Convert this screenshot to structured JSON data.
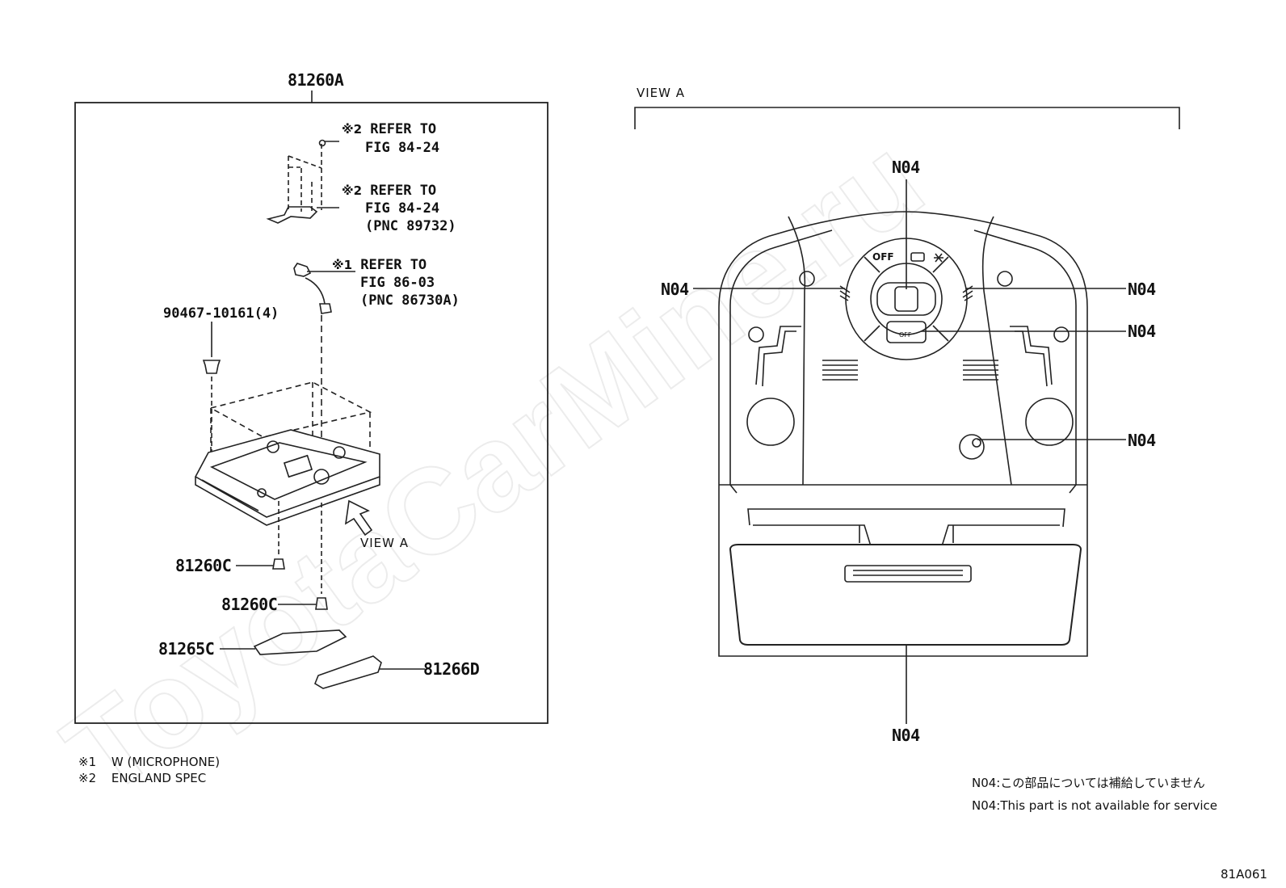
{
  "watermark": "ToyotaCarMine.ru",
  "left_panel": {
    "title": "81260A",
    "callouts": {
      "ref1_mark": "※2",
      "ref1_line1": "REFER TO",
      "ref1_line2": "FIG 84-24",
      "ref2_mark": "※2",
      "ref2_line1": "REFER TO",
      "ref2_line2": "FIG 84-24",
      "ref2_line3": "(PNC 89732)",
      "ref3_mark": "※1",
      "ref3_line1": "REFER TO",
      "ref3_line2": "FIG 86-03",
      "ref3_line3": "(PNC 86730A)",
      "screw": "90467-10161(4)",
      "view_a": "VIEW A",
      "p81260c_1": "81260C",
      "p81260c_2": "81260C",
      "p81265c": "81265C",
      "p81266d": "81266D"
    }
  },
  "right_panel": {
    "view_title": "VIEW A",
    "switch_off": "OFF",
    "button_off": "OFF",
    "n04_top": "N04",
    "n04_left": "N04",
    "n04_right1": "N04",
    "n04_right2": "N04",
    "n04_right3": "N04",
    "n04_bottom": "N04"
  },
  "footnotes": {
    "note1_mark": "※1",
    "note1_text": "W (MICROPHONE)",
    "note2_mark": "※2",
    "note2_text": "ENGLAND SPEC",
    "jp": "N04:この部品については補給していません",
    "en": "N04:This part is not available for service"
  },
  "figure_id": "81A061"
}
